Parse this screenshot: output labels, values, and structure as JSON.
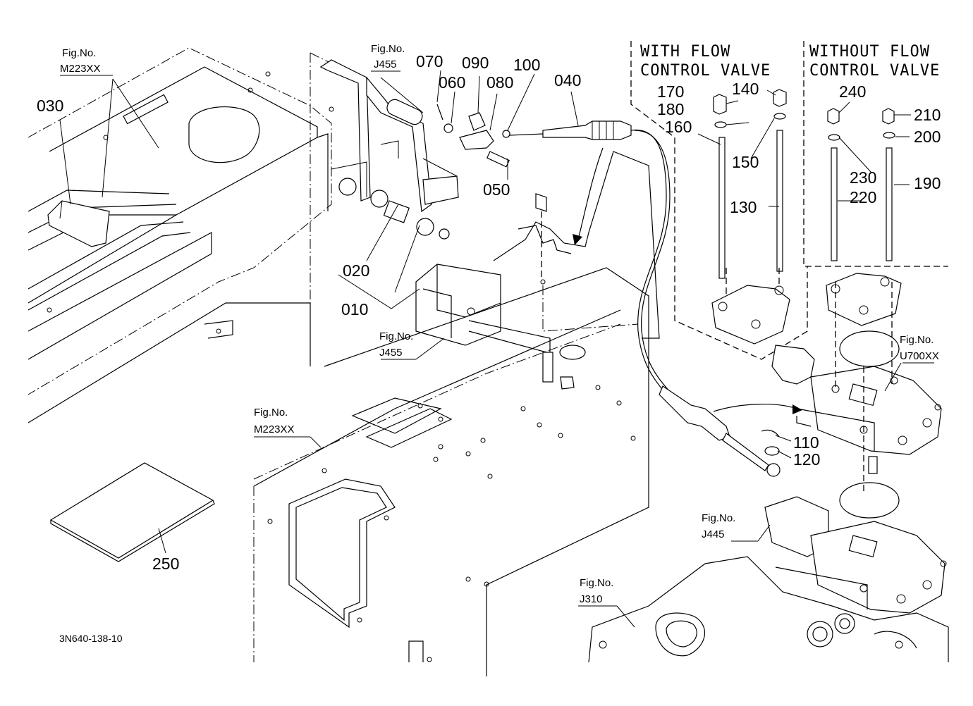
{
  "diagram_code": "3N640-138-10",
  "boxes": {
    "with_flow_line1": "WITH FLOW",
    "with_flow_line2": "CONTROL VALVE",
    "without_flow_line1": "WITHOUT FLOW",
    "without_flow_line2": "CONTROL VALVE"
  },
  "fig_refs": [
    {
      "label": "Fig.No.",
      "code": "M223XX"
    },
    {
      "label": "Fig.No.",
      "code": "J455"
    },
    {
      "label": "Fig.No.",
      "code": "J455"
    },
    {
      "label": "Fig.No.",
      "code": "M223XX"
    },
    {
      "label": "Fig.No.",
      "code": "U700XX"
    },
    {
      "label": "Fig.No.",
      "code": "J445"
    },
    {
      "label": "Fig.No.",
      "code": "J310"
    }
  ],
  "parts": [
    "010",
    "020",
    "030",
    "040",
    "050",
    "060",
    "070",
    "080",
    "090",
    "100",
    "110",
    "120",
    "130",
    "140",
    "150",
    "160",
    "170",
    "180",
    "190",
    "200",
    "210",
    "220",
    "230",
    "240",
    "250"
  ]
}
